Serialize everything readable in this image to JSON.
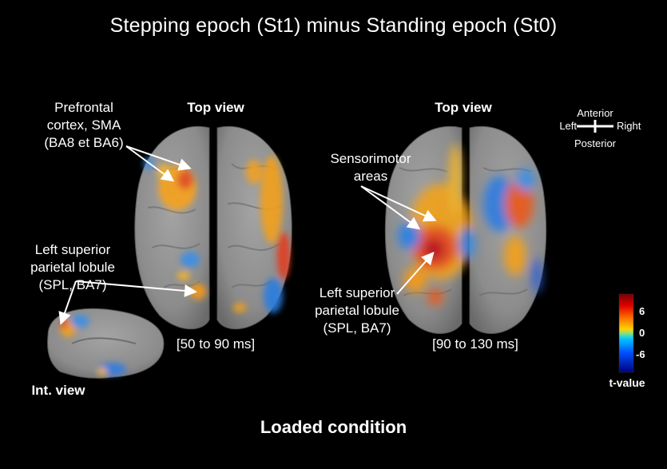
{
  "title": "Stepping epoch (St1) minus Standing epoch (St0)",
  "panels": [
    {
      "view_label": "Top view",
      "time_window": "[50 to 90 ms]"
    },
    {
      "view_label": "Top view",
      "time_window": "[90 to 130 ms]"
    }
  ],
  "int_view_label": "Int. view",
  "annotations": {
    "prefrontal": [
      "Prefrontal",
      "cortex, SMA",
      "(BA8 et BA6)"
    ],
    "spl_left": [
      "Left superior",
      "parietal lobule",
      "(SPL, BA7)"
    ],
    "sensorimotor": [
      "Sensorimotor",
      "areas"
    ],
    "spl_right": [
      "Left superior",
      "parietal lobule",
      "(SPL, BA7)"
    ]
  },
  "orientation": {
    "anterior": "Anterior",
    "posterior": "Posterior",
    "left": "Left",
    "right": "Right"
  },
  "colorbar": {
    "ticks": [
      "6",
      "0",
      "-6"
    ],
    "label": "t-value"
  },
  "condition": "Loaded condition",
  "colors": {
    "background": "#000000",
    "cortex": "#8e8e8e",
    "arrow": "#ffffff"
  }
}
